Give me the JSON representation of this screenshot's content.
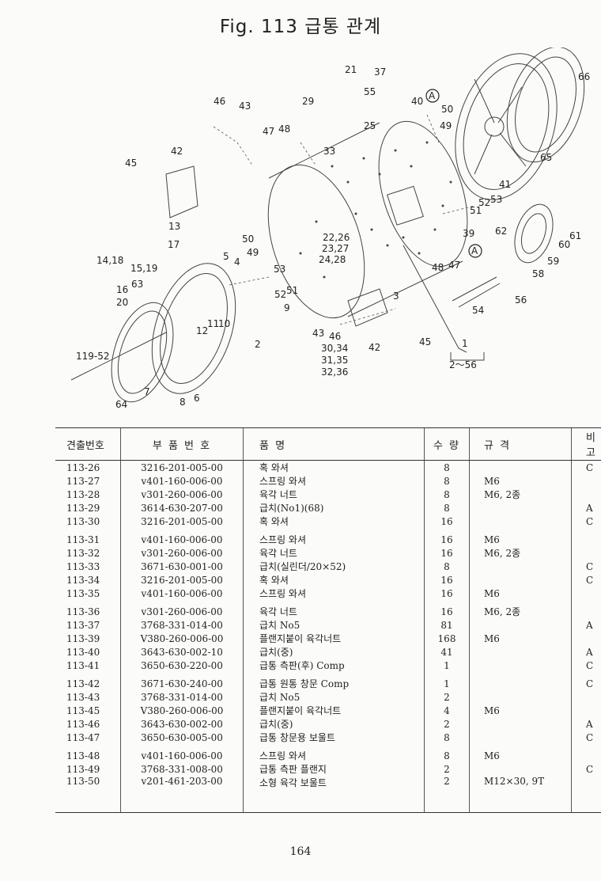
{
  "title": "Fig. 113  급통 관계",
  "page_number": "164",
  "diagram": {
    "callouts": [
      "21",
      "37",
      "55",
      "66",
      "46",
      "43",
      "29",
      "40",
      "50",
      "49",
      "47",
      "48",
      "25",
      "42",
      "33",
      "45",
      "65",
      "41",
      "13",
      "17",
      "53",
      "52",
      "51",
      "62",
      "50",
      "22,26",
      "39",
      "14,18",
      "15,19",
      "49",
      "23,27",
      "5",
      "4",
      "24,28",
      "16",
      "63",
      "53",
      "48",
      "47",
      "61",
      "60",
      "59",
      "58",
      "20",
      "52",
      "51",
      "3",
      "9",
      "54",
      "56",
      "12",
      "11",
      "10",
      "43",
      "46",
      "42",
      "45",
      "2",
      "30,34",
      "31,35",
      "32,36",
      "1",
      "2～56",
      "119-52",
      "7",
      "8",
      "6",
      "64"
    ]
  },
  "table": {
    "headers": [
      "견출번호",
      "부 품 번 호",
      "품   명",
      "수 량",
      "규  격",
      "비  고"
    ],
    "rows": [
      {
        "code": "113-26",
        "part": "3216-201-005-00",
        "name": "혹 와셔",
        "qty": "8",
        "spec": "",
        "remark": "C"
      },
      {
        "code": "113-27",
        "part": "v401-160-006-00",
        "name": "스프링 와셔",
        "qty": "8",
        "spec": "M6",
        "remark": ""
      },
      {
        "code": "113-28",
        "part": "v301-260-006-00",
        "name": "육각 너트",
        "qty": "8",
        "spec": "M6, 2종",
        "remark": ""
      },
      {
        "code": "113-29",
        "part": "3614-630-207-00",
        "name": "급치(No1)(68)",
        "qty": "8",
        "spec": "",
        "remark": "A"
      },
      {
        "code": "113-30",
        "part": "3216-201-005-00",
        "name": "혹 와셔",
        "qty": "16",
        "spec": "",
        "remark": "C"
      },
      {
        "code": "113-31",
        "part": "v401-160-006-00",
        "name": "스프링 와셔",
        "qty": "16",
        "spec": "M6",
        "remark": ""
      },
      {
        "code": "113-32",
        "part": "v301-260-006-00",
        "name": "육각 너트",
        "qty": "16",
        "spec": "M6, 2종",
        "remark": ""
      },
      {
        "code": "113-33",
        "part": "3671-630-001-00",
        "name": "급치(실린더/20×52)",
        "qty": "8",
        "spec": "",
        "remark": "C"
      },
      {
        "code": "113-34",
        "part": "3216-201-005-00",
        "name": "혹 와셔",
        "qty": "16",
        "spec": "",
        "remark": "C"
      },
      {
        "code": "113-35",
        "part": "v401-160-006-00",
        "name": "스프링 와셔",
        "qty": "16",
        "spec": "M6",
        "remark": ""
      },
      {
        "code": "113-36",
        "part": "v301-260-006-00",
        "name": "육각 너트",
        "qty": "16",
        "spec": "M6, 2종",
        "remark": ""
      },
      {
        "code": "113-37",
        "part": "3768-331-014-00",
        "name": "급치 No5",
        "qty": "81",
        "spec": "",
        "remark": "A"
      },
      {
        "code": "113-39",
        "part": "V380-260-006-00",
        "name": "플랜지붙이 육각너트",
        "qty": "168",
        "spec": "M6",
        "remark": ""
      },
      {
        "code": "113-40",
        "part": "3643-630-002-10",
        "name": "급치(중)",
        "qty": "41",
        "spec": "",
        "remark": "A"
      },
      {
        "code": "113-41",
        "part": "3650-630-220-00",
        "name": "급통 측판(후) Comp",
        "qty": "1",
        "spec": "",
        "remark": "C"
      },
      {
        "code": "113-42",
        "part": "3671-630-240-00",
        "name": "급통 원통 창문 Comp",
        "qty": "1",
        "spec": "",
        "remark": "C"
      },
      {
        "code": "113-43",
        "part": "3768-331-014-00",
        "name": "급치 No5",
        "qty": "2",
        "spec": "",
        "remark": ""
      },
      {
        "code": "113-45",
        "part": "V380-260-006-00",
        "name": "플랜지붙이 육각너트",
        "qty": "4",
        "spec": "M6",
        "remark": ""
      },
      {
        "code": "113-46",
        "part": "3643-630-002-00",
        "name": "급치(중)",
        "qty": "2",
        "spec": "",
        "remark": "A"
      },
      {
        "code": "113-47",
        "part": "3650-630-005-00",
        "name": "급통 창문용 보울트",
        "qty": "8",
        "spec": "",
        "remark": "C"
      },
      {
        "code": "113-48",
        "part": "v401-160-006-00",
        "name": "스프링 와셔",
        "qty": "8",
        "spec": "M6",
        "remark": ""
      },
      {
        "code": "113-49",
        "part": "3768-331-008-00",
        "name": "급통 측판 플랜지",
        "qty": "2",
        "spec": "",
        "remark": "C"
      },
      {
        "code": "113-50",
        "part": "v201-461-203-00",
        "name": "소형 육각 보울트",
        "qty": "2",
        "spec": "M12×30, 9T",
        "remark": ""
      }
    ]
  }
}
